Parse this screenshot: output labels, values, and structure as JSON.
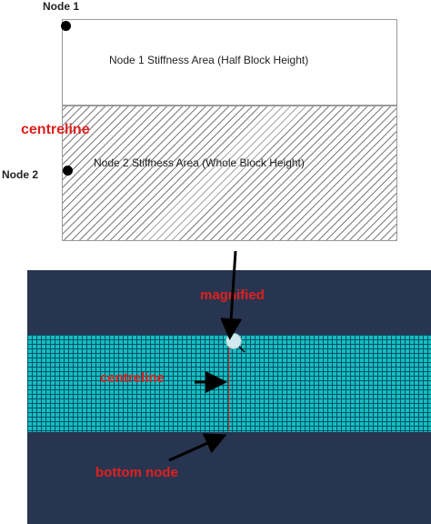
{
  "schematic": {
    "node1_label": "Node 1",
    "node2_label": "Node 2",
    "area1_label": "Node 1 Stiffness Area (Half Block Height)",
    "area2_label": "Node 2 Stiffness Area (Whole Block Height)",
    "centreline_label": "centreline"
  },
  "mesh": {
    "magnified_label": "magnified",
    "centreline_label": "centreline",
    "bottom_node_label": "bottom node"
  },
  "colors": {
    "annotation_red": "#e0201e",
    "mesh_cyan": "#12bfc2",
    "mesh_background": "#283550"
  }
}
